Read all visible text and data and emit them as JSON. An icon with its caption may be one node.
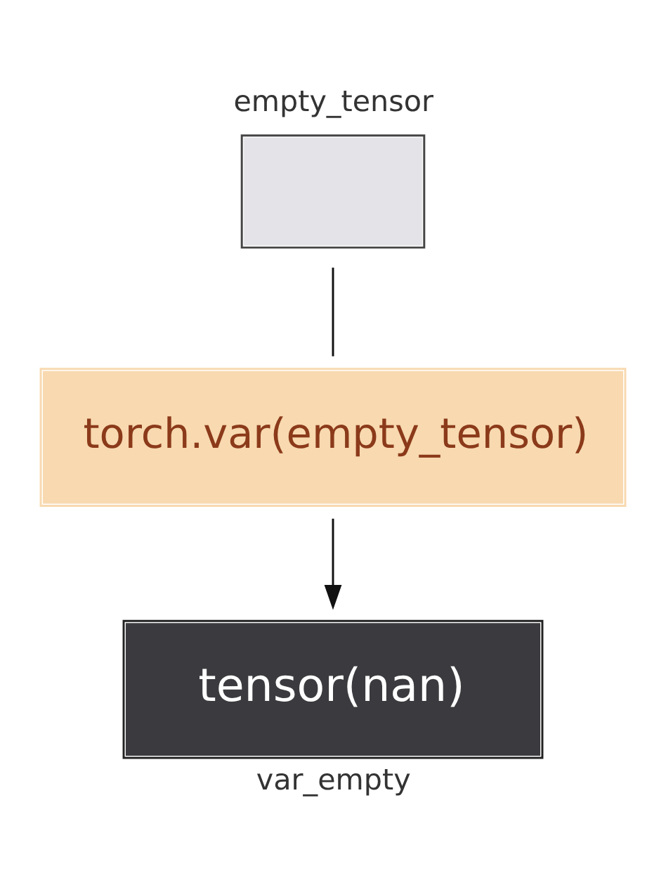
{
  "diagram": {
    "nodes": [
      {
        "text": [
          "empty_tensor"
        ]
      },
      {
        "text": [
          "torch.var(empty_tensor)"
        ]
      },
      {
        "text": [
          "tensor(nan)"
        ],
        "beside": [
          "var_empty"
        ]
      }
    ],
    "edges": [
      {
        "from": 0,
        "to": 1,
        "arrow": "none"
      },
      {
        "from": 1,
        "to": 2,
        "arrow": "to"
      }
    ]
  }
}
